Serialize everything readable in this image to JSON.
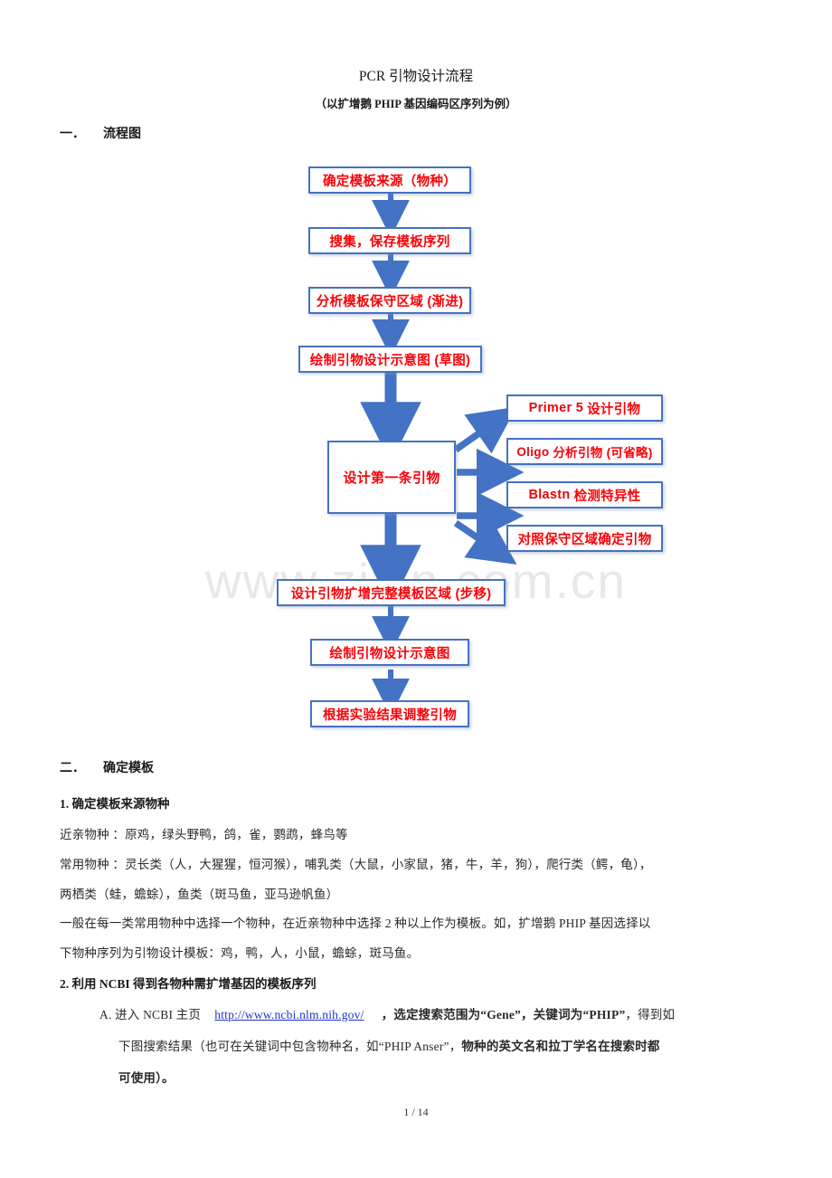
{
  "document": {
    "title": "PCR 引物设计流程",
    "subtitle": "（以扩增鹅 PHIP 基因编码区序列为例）",
    "watermark": "www.zixin.com.cn",
    "footer": "1 / 14"
  },
  "sections": {
    "one": {
      "num": "一．",
      "label": "流程图"
    },
    "two": {
      "num": "二．",
      "label": "确定模板"
    }
  },
  "flowchart": {
    "main_nodes": [
      {
        "id": "n1",
        "label": "确定模板来源（物种）"
      },
      {
        "id": "n2",
        "label": "搜集，保存模板序列"
      },
      {
        "id": "n3",
        "label": "分析模板保守区域 (渐进)"
      },
      {
        "id": "n4",
        "label": "绘制引物设计示意图 (草图)"
      },
      {
        "id": "n5",
        "label": "设计第一条引物"
      },
      {
        "id": "n6",
        "label": "设计引物扩增完整模板区域 (步移)"
      },
      {
        "id": "n7",
        "label": "绘制引物设计示意图"
      },
      {
        "id": "n8",
        "label": "根据实验结果调整引物"
      }
    ],
    "branch_nodes": [
      {
        "id": "b1",
        "lead": "Primer 5",
        "label": "设计引物"
      },
      {
        "id": "b2",
        "lead": "Oligo",
        "label": "分析引物 (可省略)"
      },
      {
        "id": "b3",
        "lead": "Blastn",
        "label": "检测特异性"
      },
      {
        "id": "b4",
        "lead": "",
        "label": "对照保守区域确定引物"
      }
    ],
    "colors": {
      "border": "#4472C4",
      "arrow": "#4472C4",
      "text": "#FB0007"
    }
  },
  "body": {
    "h_1": "1. 确定模板来源物种",
    "line_relatives": "近亲物种 ：原鸡，绿头野鸭，鸽，雀，鹦鹉，蜂鸟等",
    "line_common_1": "常用物种 ：灵长类（人，大猩猩，恒河猴），哺乳类（大鼠，小家鼠，猪，牛，羊，狗），爬行类（鳄，龟），",
    "line_common_2": "两栖类（蛙，蟾蜍），鱼类（斑马鱼，亚马逊帆鱼）",
    "line_general_1": "一般在每一类常用物种中选择一个物种，在近亲物种中选择 2 种以上作为模板。如，扩增鹅 PHIP 基因选择以",
    "line_general_2": "下物种序列为引物设计模板：鸡，鸭，人，小鼠，蟾蜍，斑马鱼。",
    "h_2": "2. 利用 NCBI 得到各物种需扩增基因的模板序列",
    "item_a_marker": "A.",
    "item_a_pre": "进入 NCBI 主页",
    "item_a_url": "http://www.ncbi.nlm.nih.gov/",
    "item_a_mid": "，选定搜索范围为“Gene”，关键词为“PHIP”",
    "item_a_post": "，得到如",
    "item_a_l2_a": "下图搜索结果（也可在关键词中包含物种名，如“PHIP Anser”，",
    "item_a_l2_b": "物种的英文名和拉丁学名在搜索时都",
    "item_a_l3": "可使用）。"
  }
}
